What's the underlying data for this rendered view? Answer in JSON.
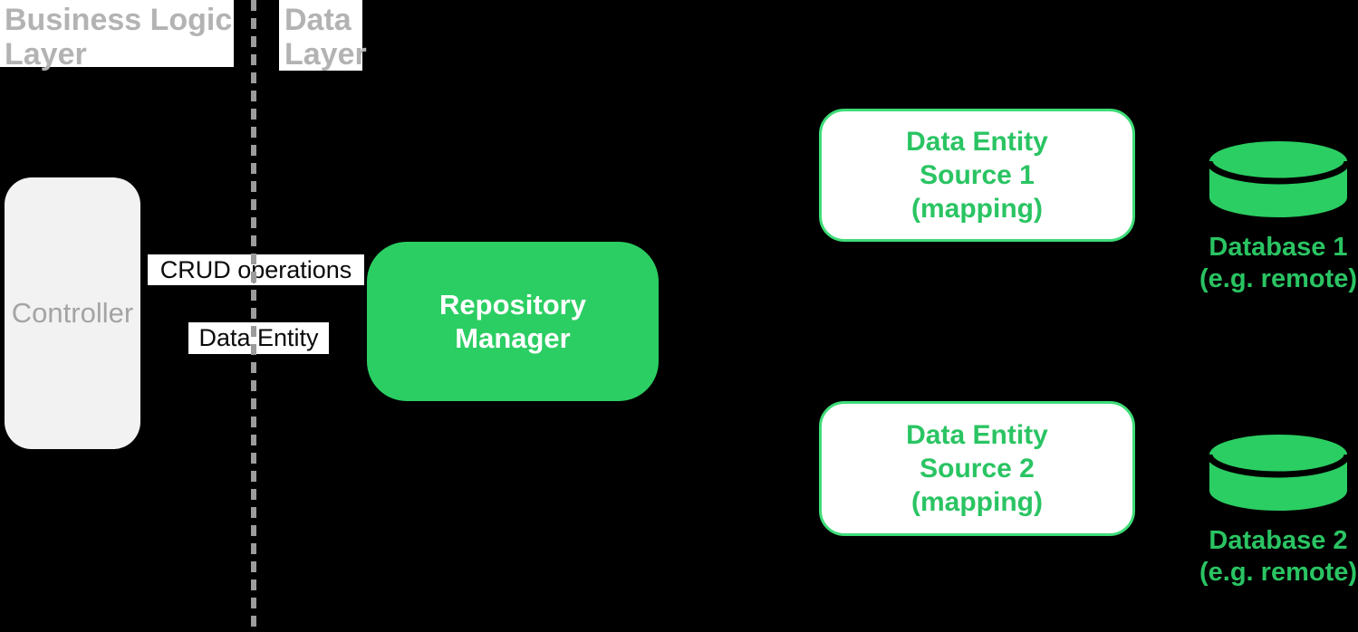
{
  "layers": {
    "business_logic": {
      "label": "Business Logic\nLayer"
    },
    "data": {
      "label": "Data\nLayer"
    }
  },
  "nodes": {
    "controller": {
      "label": "Controller"
    },
    "repository_manager": {
      "label": "Repository\nManager"
    },
    "source1": {
      "label": "Data Entity\nSource 1\n(mapping)"
    },
    "source2": {
      "label": "Data Entity\nSource 2\n(mapping)"
    }
  },
  "edges": {
    "crud": {
      "label": "CRUD operations"
    },
    "data_entity": {
      "label": "Data Entity"
    }
  },
  "databases": {
    "db1": {
      "icon": "database-cylinder-icon",
      "label": "Database 1\n(e.g. remote)"
    },
    "db2": {
      "icon": "database-cylinder-icon",
      "label": "Database 2\n(e.g. remote)"
    }
  },
  "colors": {
    "bg": "#000000",
    "green_fill": "#2bce62",
    "green_border": "#3edc78",
    "green_text": "#2ac463",
    "gray_text": "#b3b3b3",
    "controller_bg": "#f2f2f2",
    "controller_text": "#a4a4a4",
    "label_bg": "#ffffff",
    "divider": "#9c9c9c",
    "edge_text": "#0a0a0a"
  }
}
